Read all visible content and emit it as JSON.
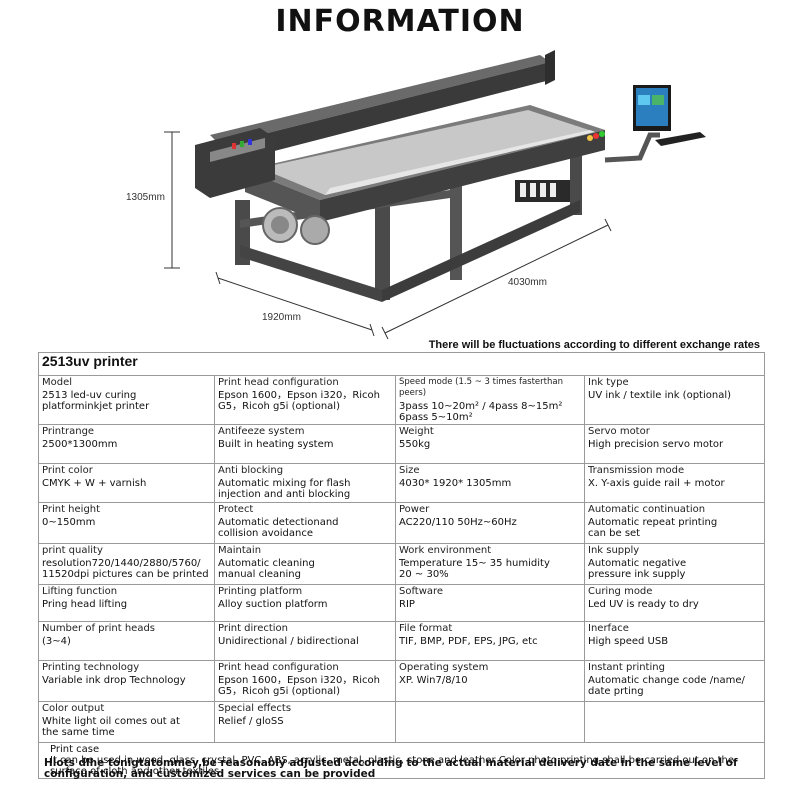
{
  "page": {
    "title": "INFORMATION",
    "dimensions": {
      "height": "1305mm",
      "width": "1920mm",
      "length": "4030mm"
    },
    "fluctuation_note": "There will be fluctuations according to different exchange rates",
    "table_title": "2513uv printer",
    "rows": [
      [
        {
          "label": "Model",
          "value": "2513 led-uv curing\nplatforminkjet printer"
        },
        {
          "label": "Print head configuration",
          "value": "Epson 1600，Epson i320，Ricoh\nG5，Ricoh g5i   (optional)"
        },
        {
          "label": "Speed mode (1.5 ~ 3 times fasterthan peers)",
          "value": "3pass 10~20m² / 4pass 8~15m²\n6pass 5~10m²",
          "small": true
        },
        {
          "label": "Ink type",
          "value": "UV ink / textile ink (optional)"
        }
      ],
      [
        {
          "label": "Printrange",
          "value": "2500*1300mm"
        },
        {
          "label": "Antifeeze system",
          "value": "Built in heating system"
        },
        {
          "label": "Weight",
          "value": "550kg"
        },
        {
          "label": "Servo motor",
          "value": "High precision servo motor"
        }
      ],
      [
        {
          "label": "Print color",
          "value": "CMYK + W + varnish"
        },
        {
          "label": "Anti blocking",
          "value": "Automatic mixing for flash\ninjection and anti blocking"
        },
        {
          "label": "Size",
          "value": "4030* 1920* 1305mm"
        },
        {
          "label": "Transmission mode",
          "value": "X. Y-axis guide rail + motor"
        }
      ],
      [
        {
          "label": "Print height",
          "value": "0~150mm"
        },
        {
          "label": "Protect",
          "value": "Automatic detectionand\ncollision avoidance"
        },
        {
          "label": "Power",
          "value": "AC220/110 50Hz~60Hz"
        },
        {
          "label": "Automatic continuation",
          "value": "Automatic repeat printing\ncan be set"
        }
      ],
      [
        {
          "label": "print quality",
          "value": "resolution720/1440/2880/5760/\n11520dpi pictures can be printed"
        },
        {
          "label": "Maintain",
          "value": "Automatic cleaning\nmanual cleaning"
        },
        {
          "label": "Work environment",
          "value": "Temperature 15~ 35 humidity\n20 ~ 30%"
        },
        {
          "label": "Ink supply",
          "value": "Automatic negative\npressure ink supply"
        }
      ],
      [
        {
          "label": "Lifting function",
          "value": "Pring head lifting"
        },
        {
          "label": "Printing platform",
          "value": "Alloy suction platform"
        },
        {
          "label": "Software",
          "value": "RIP"
        },
        {
          "label": "Curing mode",
          "value": "Led UV is ready to dry"
        }
      ],
      [
        {
          "label": "Number of print heads",
          "value": "(3~4)"
        },
        {
          "label": "Print direction",
          "value": "Unidirectional / bidirectional"
        },
        {
          "label": "File format",
          "value": "TIF, BMP, PDF, EPS, JPG, etc"
        },
        {
          "label": "Inerface",
          "value": "High speed USB"
        }
      ],
      [
        {
          "label": "Printing technology",
          "value": "Variable ink drop Technology"
        },
        {
          "label": "Print head configuration",
          "value": "Epson 1600，Epson i320，Ricoh\nG5，Ricoh g5i   (optional)"
        },
        {
          "label": "Operating system",
          "value": "XP. Win7/8/10"
        },
        {
          "label": "Instant printing",
          "value": "Automatic change code /name/\ndate prting"
        }
      ],
      [
        {
          "label": "Color output",
          "value": "White light oil comes out at\nthe same time"
        },
        {
          "label": "Special effects",
          "value": "Relief / gloSS"
        },
        {
          "label": "",
          "value": ""
        },
        {
          "label": "",
          "value": ""
        }
      ]
    ],
    "print_case": {
      "label": "Print case",
      "value": "It can be used in wood, glass, crystal, PVC, ABS, acrylic, metal, plastic, stone and leather Color photo printing shall be carried out on the surface of  cloth and other textiles"
    },
    "footer_note": "Hlots dlhe tonigtatommey,be reasonably adjusted according to the actual material delivery date in the same level of configuration, and customized services can be provided"
  }
}
